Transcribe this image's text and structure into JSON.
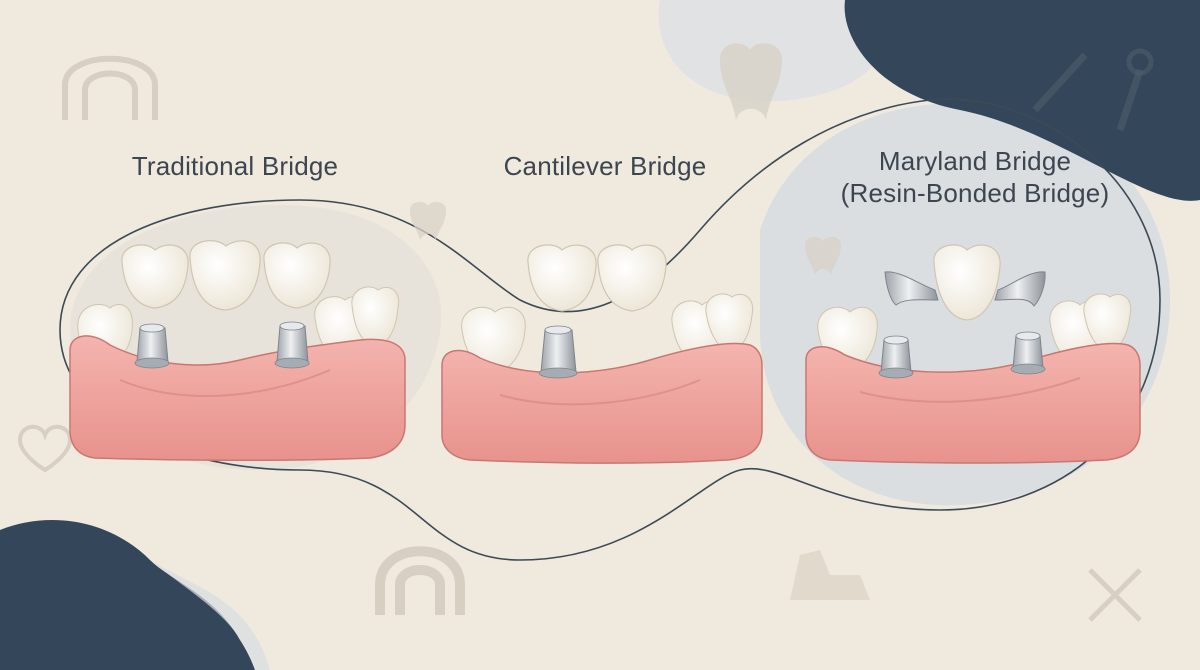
{
  "bridges": [
    {
      "id": "traditional",
      "title_lines": [
        "Traditional Bridge"
      ],
      "crowns": 3,
      "abutments": 2
    },
    {
      "id": "cantilever",
      "title_lines": [
        "Cantilever Bridge"
      ],
      "crowns": 2,
      "abutments": 1
    },
    {
      "id": "maryland",
      "title_lines": [
        "Maryland Bridge",
        "(Resin-Bonded Bridge)"
      ],
      "crowns": 1,
      "abutments": 2
    }
  ],
  "colors": {
    "background": "#efe9de",
    "dark_blob": "#34475a",
    "light_blob": "#d5dbe1",
    "gum": "#f0a8a3",
    "gum_shadow": "#d98782",
    "tooth": "#f8f3e8",
    "metal": "#b9bec5",
    "title": "#3d4550"
  },
  "background_icons": [
    "arch-icon",
    "tooth-percent-icon",
    "dental-tools-icon",
    "heart-pulse-icon",
    "magnet-icon",
    "dental-chair-icon",
    "crossed-tools-icon",
    "small-tooth-icon"
  ]
}
